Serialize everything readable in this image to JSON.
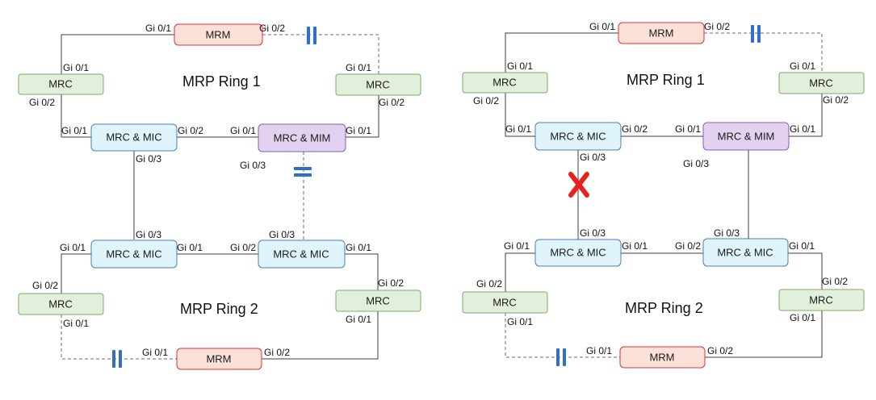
{
  "colors": {
    "mrm_fill": "#fbe1d8",
    "mrm_stroke": "#e0303a",
    "mrc_fill": "#e2efda",
    "mrc_stroke": "#7fa86b",
    "mic_fill": "#dff4fb",
    "mic_stroke": "#4d7fb0",
    "mim_fill": "#e2d1ef",
    "mim_stroke": "#8a5cb6",
    "blocked_port": "#2f6fc8",
    "link_failure": "#e8211f"
  },
  "left": {
    "ring1_title": "MRP Ring 1",
    "ring2_title": "MRP Ring 2",
    "nodes": {
      "mrm_top": "MRM",
      "mrc_top_left": "MRC",
      "mrc_top_right": "MRC",
      "mic_top": "MRC & MIC",
      "mim": "MRC & MIM",
      "mic_bottom_left": "MRC & MIC",
      "mic_bottom_right": "MRC & MIC",
      "mrc_bottom_left": "MRC",
      "mrc_bottom_right": "MRC",
      "mrm_bottom": "MRM"
    },
    "ports": {
      "mrm_top_p1": "Gi 0/1",
      "mrm_top_p2": "Gi 0/2",
      "mrc_tl_p1": "Gi 0/1",
      "mrc_tl_p2": "Gi 0/2",
      "mrc_tr_p1": "Gi 0/1",
      "mrc_tr_p2": "Gi 0/2",
      "mic_top_p1": "Gi 0/1",
      "mic_top_p2": "Gi 0/2",
      "mic_top_p3": "Gi 0/3",
      "mim_p1_left": "Gi 0/1",
      "mim_p1_right": "Gi 0/1",
      "mim_p3": "Gi 0/3",
      "mic_bl_p3": "Gi 0/3",
      "mic_bl_p1_left": "Gi 0/1",
      "mic_bl_p1_right": "Gi 0/1",
      "mic_br_p2": "Gi 0/2",
      "mic_br_p3": "Gi 0/3",
      "mic_br_p1": "Gi 0/1",
      "mrc_bl_p2": "Gi 0/2",
      "mrc_bl_p1": "Gi 0/1",
      "mrc_br_p2": "Gi 0/2",
      "mrc_br_p1": "Gi 0/1",
      "mrm_bottom_p1": "Gi 0/1",
      "mrm_bottom_p2": "Gi 0/2"
    }
  },
  "right": {
    "ring1_title": "MRP Ring 1",
    "ring2_title": "MRP Ring 2",
    "nodes": {
      "mrm_top": "MRM",
      "mrc_top_left": "MRC",
      "mrc_top_right": "MRC",
      "mic_top": "MRC & MIC",
      "mim": "MRC & MIM",
      "mic_bottom_left": "MRC & MIC",
      "mic_bottom_right": "MRC & MIC",
      "mrc_bottom_left": "MRC",
      "mrc_bottom_right": "MRC",
      "mrm_bottom": "MRM"
    },
    "ports": {
      "mrm_top_p1": "Gi 0/1",
      "mrm_top_p2": "Gi 0/2",
      "mrc_tl_p1": "Gi 0/1",
      "mrc_tl_p2": "Gi 0/2",
      "mrc_tr_p1": "Gi 0/1",
      "mrc_tr_p2": "Gi 0/2",
      "mic_top_p1": "Gi 0/1",
      "mic_top_p2": "Gi 0/2",
      "mic_top_p3": "Gi 0/3",
      "mim_p1_left": "Gi 0/1",
      "mim_p1_right": "Gi 0/1",
      "mim_p3": "Gi 0/3",
      "mic_bl_p3": "Gi 0/3",
      "mic_bl_p1_left": "Gi 0/1",
      "mic_bl_p1_right": "Gi 0/1",
      "mic_br_p2": "Gi 0/2",
      "mic_br_p3": "Gi 0/3",
      "mic_br_p1": "Gi 0/1",
      "mrc_bl_p2": "Gi 0/2",
      "mrc_bl_p1": "Gi 0/1",
      "mrc_br_p2": "Gi 0/2",
      "mrc_br_p1": "Gi 0/1",
      "mrm_bottom_p1": "Gi 0/1",
      "mrm_bottom_p2": "Gi 0/2"
    }
  }
}
